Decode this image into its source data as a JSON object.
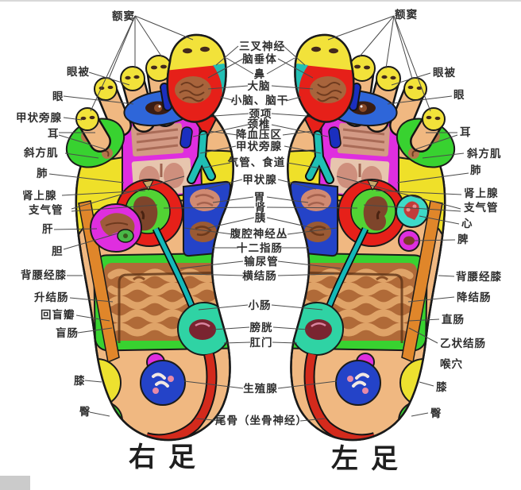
{
  "palette": {
    "bg": "#FFFFFF",
    "skin": "#F0B881",
    "ink": "#1a1a1a",
    "label": "#2e2e2e",
    "line": "#4a4a4a",
    "yellow": "#EFE029",
    "red": "#E62019",
    "teal": "#23BFB4",
    "blue": "#2443C8",
    "eyeblue": "#2E66D9",
    "green": "#38D230",
    "magenta": "#DF2EDF",
    "orange": "#E0862A",
    "turquoise": "#2FD3A4",
    "heel_red": "#D32A1C",
    "knee_yellow": "#EDE12F",
    "toe_yellow": "#F2E23A",
    "heart_teal": "#3ED9C8"
  },
  "labels": {
    "left": [
      "额窦",
      "眼被",
      "眼",
      "甲状旁腺",
      "耳",
      "斜方肌",
      "肺",
      "肾上腺",
      "支气管",
      "肝",
      "胆",
      "背腰经膝",
      "升结肠",
      "回盲瓣",
      "盲肠",
      "膝",
      "臀"
    ],
    "center": [
      "三叉神经",
      "脑垂体",
      "鼻",
      "大脑",
      "小脑、脑干",
      "颈项",
      "颈椎",
      "降血压区",
      "甲状旁腺",
      "气管、食道",
      "甲状腺",
      "胃",
      "肾",
      "胰",
      "腹腔神经丛",
      "十二指肠",
      "输尿管",
      "横结肠",
      "小肠",
      "膀胱",
      "肛门",
      "生殖腺",
      "尾骨（坐骨神经）"
    ],
    "right": [
      "额窦",
      "眼被",
      "眼",
      "耳",
      "斜方肌",
      "肺",
      "肾上腺",
      "支气管",
      "心",
      "脾",
      "背腰经膝",
      "降结肠",
      "直肠",
      "乙状结肠",
      "喉穴",
      "膝",
      "臀"
    ]
  },
  "footer": {
    "right_foot": "右足",
    "left_foot": "左足"
  }
}
